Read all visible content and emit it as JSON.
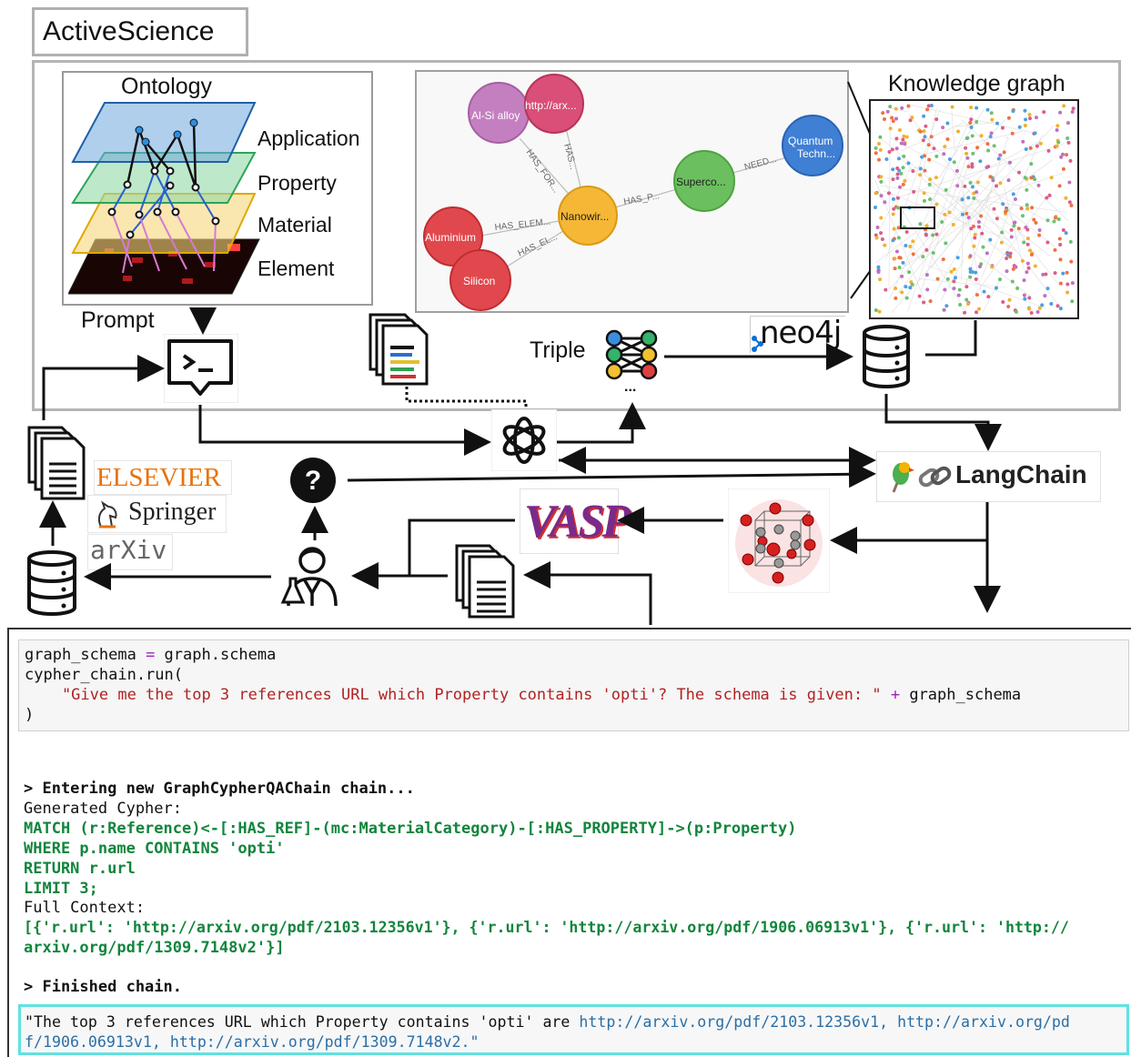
{
  "title": "ActiveScience",
  "ontology": {
    "title": "Ontology",
    "layers": [
      "Application",
      "Property",
      "Material",
      "Element"
    ]
  },
  "labels": {
    "prompt": "Prompt",
    "triple": "Triple",
    "knowledge_graph": "Knowledge graph",
    "neo4j": "neo4j",
    "langchain": "LangChain",
    "ellipsis": "..."
  },
  "publishers": [
    "ELSEVIER",
    "Springer",
    "arXiv"
  ],
  "vasp": "VASP",
  "graph": {
    "nodes": [
      {
        "label": "Al-Si alloy",
        "color": "#c47fc0"
      },
      {
        "label": "http://arx...",
        "color": "#d94f77"
      },
      {
        "label": "Nanowir...",
        "color": "#f5b735"
      },
      {
        "label": "Superco...",
        "color": "#6cbf5e"
      },
      {
        "label": "Quantum",
        "color": "#3f7fd4"
      },
      {
        "label": "Techn...",
        "color": "#3f7fd4"
      },
      {
        "label": "Aluminium",
        "color": "#e0484d"
      },
      {
        "label": "Silicon",
        "color": "#e0484d"
      }
    ],
    "edges": [
      "HAS_FOR...",
      "HAS...",
      "HAS_P...",
      "NEED...",
      "HAS_ELEM...",
      "HAS_EL..."
    ]
  },
  "code": {
    "line1_a": "graph_schema ",
    "line1_eq": "=",
    "line1_b": " graph.schema",
    "line2": "cypher_chain.run(",
    "line3_str": "    \"Give me the top 3 references URL which Property contains 'opti'? The schema is given: \"",
    "line3_plus": " +",
    "line3_b": " graph_schema",
    "line4": ")"
  },
  "output": {
    "entering": "> Entering new GraphCypherQAChain chain...",
    "generated": "Generated Cypher:",
    "cypher": [
      "MATCH (r:Reference)<-[:HAS_REF]-(mc:MaterialCategory)-[:HAS_PROPERTY]->(p:Property)",
      "WHERE p.name CONTAINS 'opti'",
      "RETURN r.url",
      "LIMIT 3;"
    ],
    "full_context": "Full Context:",
    "context": [
      "[{'r.url': 'http://arxiv.org/pdf/2103.12356v1'}, {'r.url': 'http://arxiv.org/pdf/1906.06913v1'}, {'r.url': 'http://",
      "arxiv.org/pdf/1309.7148v2'}]"
    ],
    "finished": "> Finished chain.",
    "answer_a": "\"The top 3 references URL which Property contains 'opti' are ",
    "answer_link1": "http://arxiv.org/pdf/2103.12356v1, http://arxiv.org/pd",
    "answer_link2": "f/1906.06913v1, http://arxiv.org/pdf/1309.7148v2.",
    "answer_end": "\""
  },
  "colors": {
    "application": "#6fa8dc",
    "property": "#93d9a6",
    "material": "#f6d77a",
    "final_border": "#5ee2e0"
  }
}
